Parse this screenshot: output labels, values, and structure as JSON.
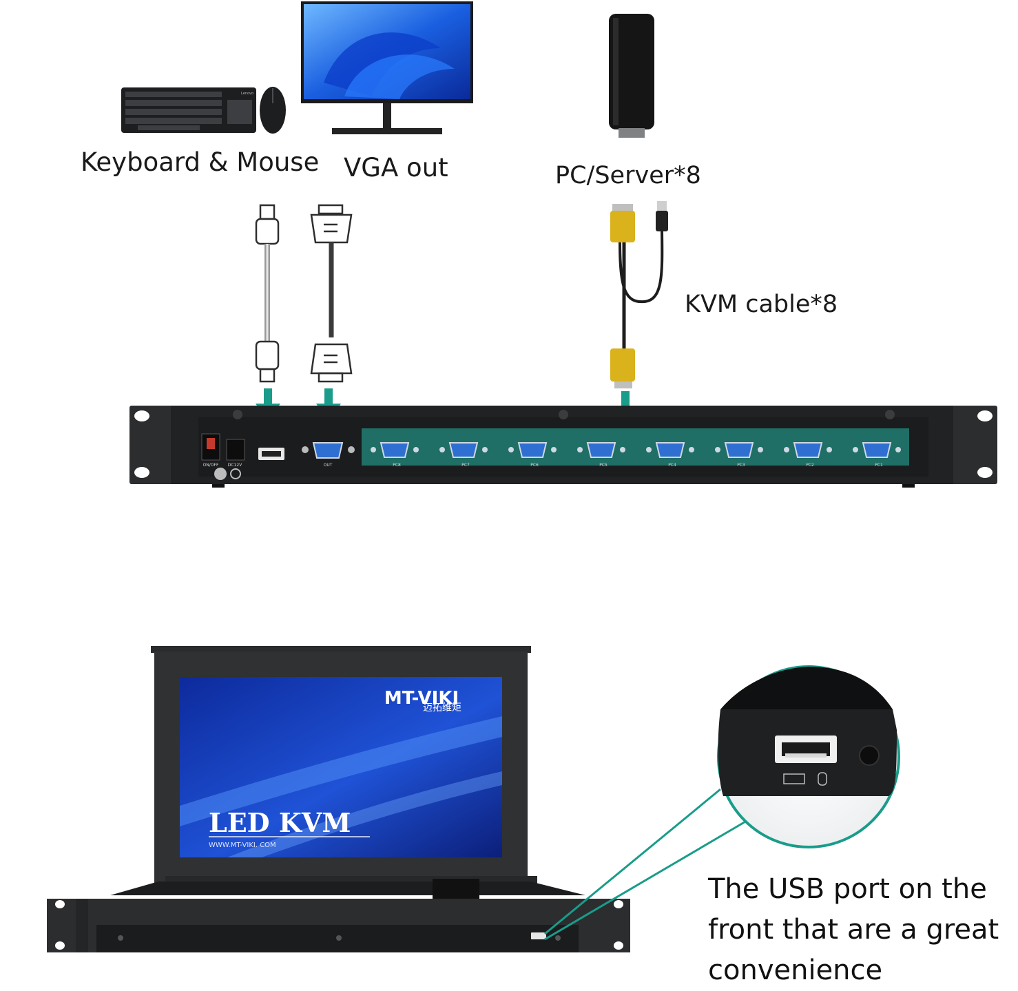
{
  "labels": {
    "keyboard_mouse": "Keyboard & Mouse",
    "vga_out": "VGA out",
    "pc_server": "PC/Server*8",
    "kvm_cable": "KVM cable*8"
  },
  "device": {
    "switch_label": "ON/OFF",
    "power_label": "DC12V",
    "out_label": "OUT",
    "ports": [
      "PC8",
      "PC7",
      "PC6",
      "PC5",
      "PC4",
      "PC3",
      "PC2",
      "PC1"
    ]
  },
  "screen": {
    "brand": "MT-VIKI",
    "brand_cn": "迈拓维矩",
    "title": "LED KVM",
    "url": "WWW.MT-VIKI. COM"
  },
  "keyboard_brand": "Lenovo",
  "note": {
    "lines": [
      "The USB port on the",
      "front that are a great",
      "convenience"
    ]
  },
  "colors": {
    "accent_teal": "#1a9c8a",
    "panel_teal": "#1f6f66",
    "vga_blue": "#2f6fd1",
    "cable_yellow": "#d9b21c",
    "device_dark": "#2b2d2f"
  }
}
